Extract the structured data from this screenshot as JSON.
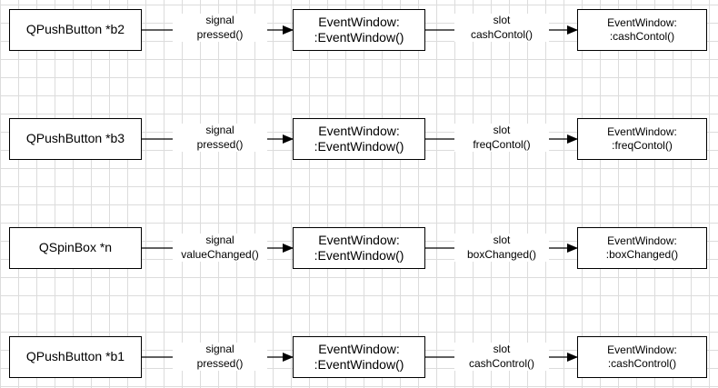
{
  "rows": [
    {
      "source": "QPushButton *b2",
      "signal_kind": "signal",
      "signal_name": "pressed()",
      "middle_line1": "EventWindow:",
      "middle_line2": ":EventWindow()",
      "slot_kind": "slot",
      "slot_name": "cashContol()",
      "target_line1": "EventWindow:",
      "target_line2": ":cashContol()"
    },
    {
      "source": "QPushButton *b3",
      "signal_kind": "signal",
      "signal_name": "pressed()",
      "middle_line1": "EventWindow:",
      "middle_line2": ":EventWindow()",
      "slot_kind": "slot",
      "slot_name": "freqContol()",
      "target_line1": "EventWindow:",
      "target_line2": ":freqContol()"
    },
    {
      "source": "QSpinBox *n",
      "signal_kind": "signal",
      "signal_name": "valueChanged()",
      "middle_line1": "EventWindow:",
      "middle_line2": ":EventWindow()",
      "slot_kind": "slot",
      "slot_name": "boxChanged()",
      "target_line1": "EventWindow:",
      "target_line2": ":boxChanged()"
    },
    {
      "source": "QPushButton *b1",
      "signal_kind": "signal",
      "signal_name": "pressed()",
      "middle_line1": "EventWindow:",
      "middle_line2": ":EventWindow()",
      "slot_kind": "slot",
      "slot_name": "cashControl()",
      "target_line1": "EventWindow:",
      "target_line2": ":cashControl()"
    }
  ],
  "colors": {
    "stroke": "#000000",
    "grid": "#dcdcdc",
    "background": "#ffffff"
  }
}
